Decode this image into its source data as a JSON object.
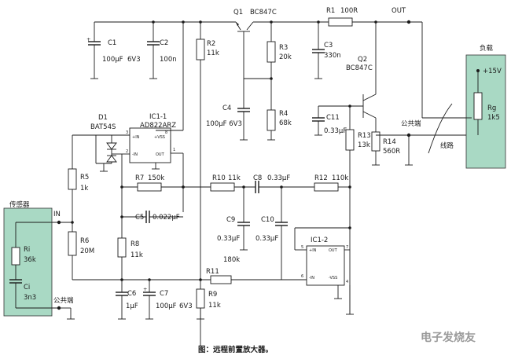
{
  "colors": {
    "module_fill": "#a9d9c4",
    "module_stroke": "#333333",
    "wire": "#1a1a1a"
  },
  "labels": {
    "q1": "Q1",
    "q1_type": "BC847C",
    "r1": "R1",
    "r1_val": "100R",
    "out": "OUT",
    "c1": "C1",
    "c1_val": "100μF",
    "c1_v": "6V3",
    "c2": "C2",
    "c2_val": "100n",
    "r2": "R2",
    "r2_val": "11k",
    "r3": "R3",
    "r3_val": "20k",
    "c3": "C3",
    "c3_val": "330n",
    "q2": "Q2",
    "q2_type": "BC847C",
    "load": "负载",
    "vplus": "+15V",
    "rg": "Rg",
    "rg_val": "1k5",
    "c4": "C4",
    "c4_val": "100μF 6V3",
    "r4": "R4",
    "r4_val": "68k",
    "c11": "C11",
    "c11_val": "0.33μF",
    "d1": "D1",
    "d1_type": "BAT54S",
    "ic1_1": "IC1-1",
    "ic1_type": "AD822ARZ",
    "r13": "R13",
    "r13_val": "13k",
    "r14": "R14",
    "r14_val": "560R",
    "common_gnd_right": "公共端",
    "line": "线路",
    "r5": "R5",
    "r5_val": "1k",
    "r7": "R7",
    "r7_val": "150k",
    "r10": "R10",
    "r10_val": "11k",
    "c8": "C8",
    "c8_val": "0.33μF",
    "r12": "R12",
    "r12_val": "110k",
    "sensor": "传感器",
    "in": "IN",
    "c5": "C5",
    "c5_val": "0.022μF",
    "r6": "R6",
    "r6_val": "20M",
    "ri": "Ri",
    "ri_val": "36k",
    "r8": "R8",
    "r8_val": "11k",
    "c9": "C9",
    "c9_val": "0.33μF",
    "c10": "C10",
    "c10_val": "0.33μF",
    "ic1_2": "IC1-2",
    "r9_extra": "180k",
    "ci": "Ci",
    "ci_val": "3n3",
    "r11": "R11",
    "common_gnd_left": "公共端",
    "c6": "C6",
    "c6_val": "1μF",
    "c7": "C7",
    "c7_val": "100μF",
    "c7_v": "6V3",
    "r9": "R9",
    "r9_val": "11k",
    "pin_in_plus": "+IN",
    "pin_in_minus": "-IN",
    "pin_vss": "+VSS",
    "pin_vss2": "-VSS",
    "pin_out": "OUT",
    "pin_3": "3",
    "pin_2": "2",
    "pin_8": "8",
    "pin_1": "1",
    "pin_4": "4",
    "pin_5": "5",
    "pin_6": "6",
    "pin_7": "7"
  },
  "caption": "图：远程前置放大器。",
  "watermark": "电子发烧友"
}
